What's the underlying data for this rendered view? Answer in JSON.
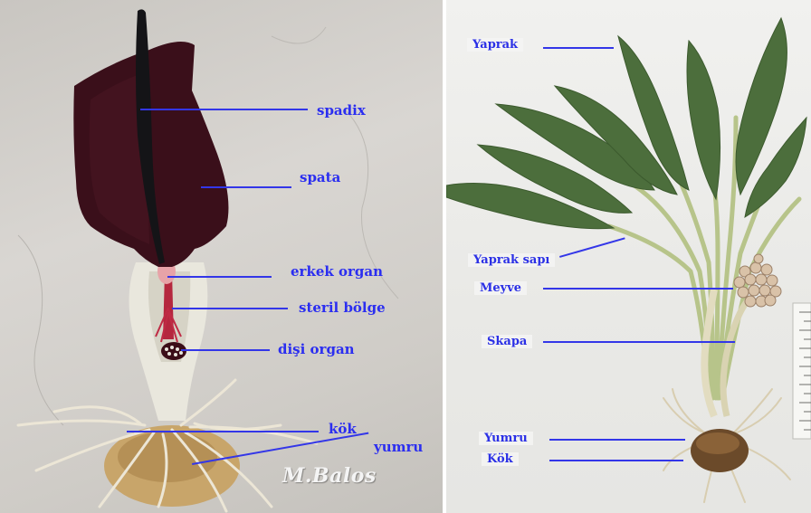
{
  "left_panel": {
    "labels": {
      "spadix": "spadix",
      "spata": "spata",
      "erkek_organ": "erkek organ",
      "steril_bolge": "steril bölge",
      "disi_organ": "dişi organ",
      "kok": "kök",
      "yumru": "yumru"
    },
    "signature": "M.Balos"
  },
  "right_panel": {
    "labels": {
      "yaprak": "Yaprak",
      "yaprak_sapi": "Yaprak sapı",
      "meyve": "Meyve",
      "skapa": "Skapa",
      "yumru": "Yumru",
      "kok": "Kök"
    }
  },
  "colors": {
    "label_text": "#2b2ef0",
    "pointer_line": "#3336e8",
    "spathe": "#3a0f1a",
    "leaf": "#4c6e3c"
  }
}
